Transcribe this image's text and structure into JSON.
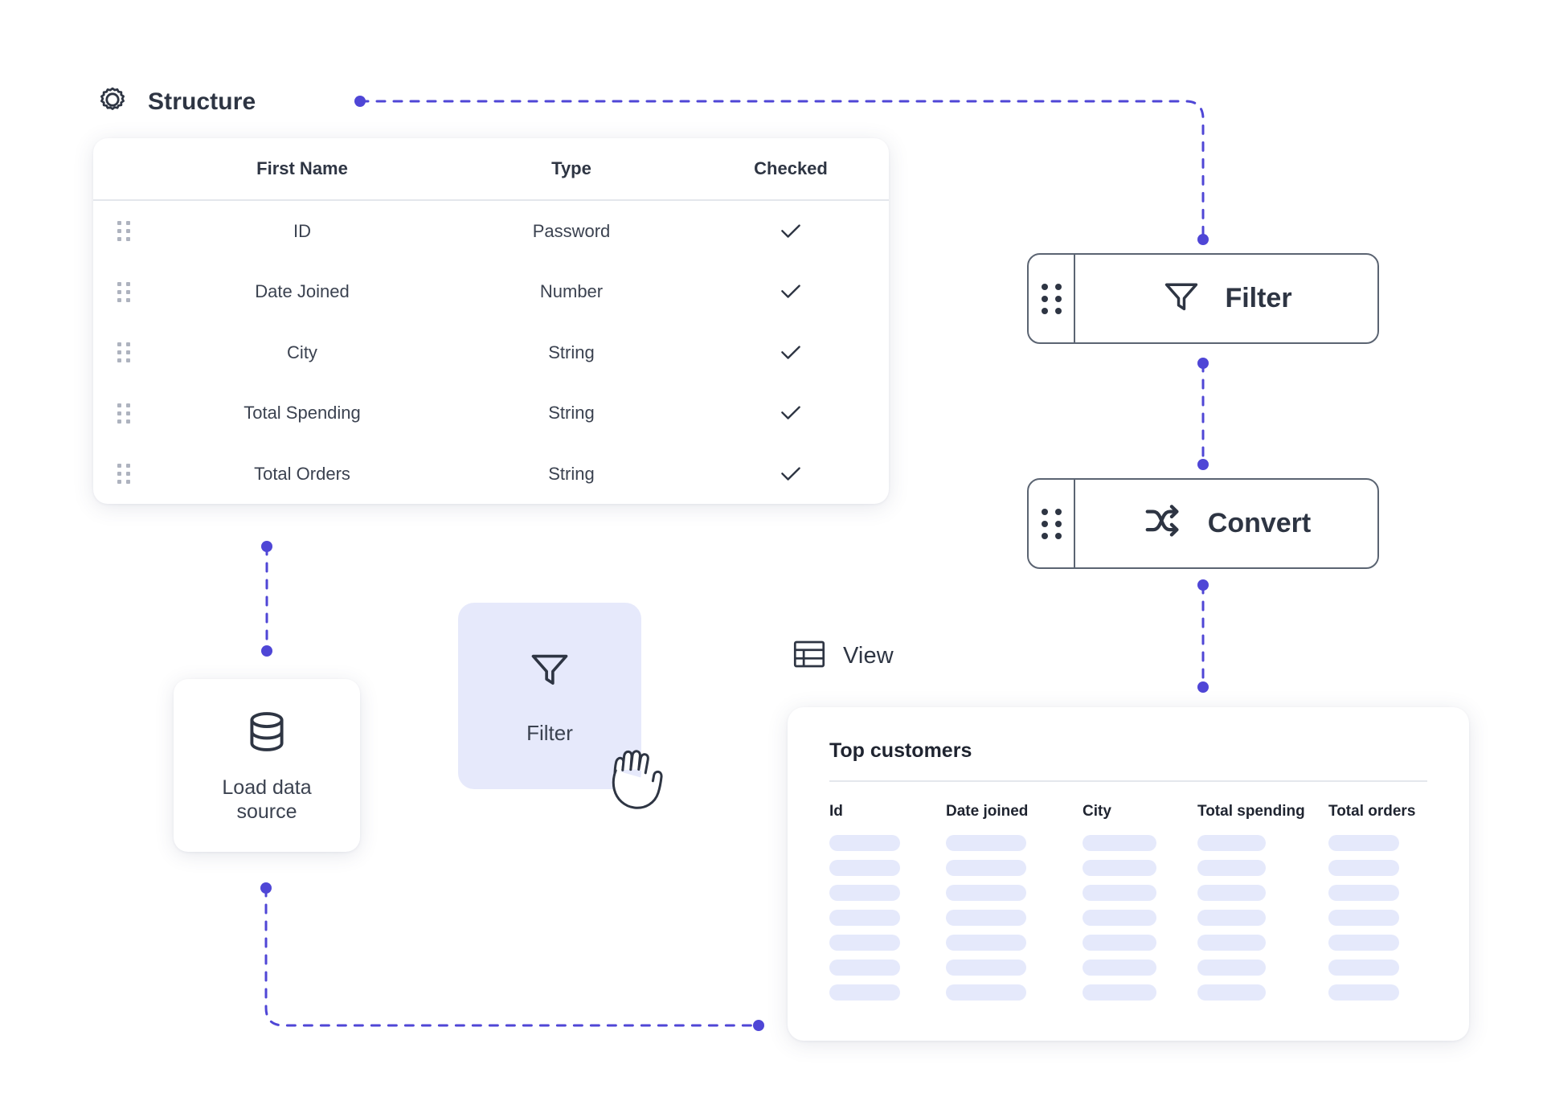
{
  "structure": {
    "icon": "gear-icon",
    "title": "Structure",
    "columns": [
      "First Name",
      "Type",
      "Checked"
    ],
    "rows": [
      {
        "name": "ID",
        "type": "Password",
        "checked": true,
        "handle": "drag-handle-icon"
      },
      {
        "name": "Date Joined",
        "type": "Number",
        "checked": true,
        "handle": "drag-handle-icon"
      },
      {
        "name": "City",
        "type": "String",
        "checked": true,
        "handle": "drag-handle-icon"
      },
      {
        "name": "Total Spending",
        "type": "String",
        "checked": true,
        "handle": "drag-handle-icon"
      },
      {
        "name": "Total Orders",
        "type": "String",
        "checked": true,
        "handle": "drag-handle-icon"
      }
    ]
  },
  "flow_nodes": [
    {
      "id": "filter",
      "label": "Filter",
      "icon": "funnel-icon",
      "handle": "grip-dots-icon"
    },
    {
      "id": "convert",
      "label": "Convert",
      "icon": "shuffle-icon",
      "handle": "grip-dots-icon"
    }
  ],
  "load_source": {
    "icon": "database-icon",
    "label_line1": "Load data",
    "label_line2": "source"
  },
  "drag_chip": {
    "icon": "funnel-icon",
    "label": "Filter",
    "cursor": "grabbing-hand-cursor"
  },
  "view": {
    "icon": "table-icon",
    "title": "View",
    "card_title": "Top customers",
    "columns": [
      "Id",
      "Date joined",
      "City",
      "Total spending",
      "Total orders"
    ],
    "skeleton_rows": 7
  },
  "colors": {
    "connector": "#4f46d6",
    "ink": "#2e3543",
    "node_border": "#5b6472",
    "chip_bg": "#e6e9fb",
    "skeleton": "#e5e9fb",
    "page_bg": "#ffffff"
  }
}
